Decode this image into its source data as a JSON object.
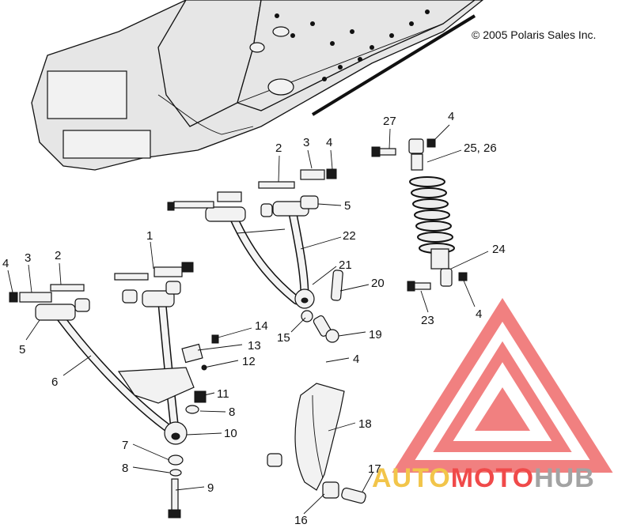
{
  "copyright": "© 2005 Polaris Sales Inc.",
  "watermark": {
    "parts": [
      "AUTO",
      "MOTO",
      "HUB"
    ],
    "colors": {
      "auto": "#f2c54a",
      "moto": "#f04a4a",
      "hub": "#a3a3a3",
      "logo": "#ef3b3b"
    }
  },
  "callouts": [
    {
      "id": "c27",
      "label": "27"
    },
    {
      "id": "c4a",
      "label": "4"
    },
    {
      "id": "c2526",
      "label": "25, 26"
    },
    {
      "id": "c2a",
      "label": "2"
    },
    {
      "id": "c3a",
      "label": "3"
    },
    {
      "id": "c4b",
      "label": "4"
    },
    {
      "id": "c5a",
      "label": "5"
    },
    {
      "id": "c22",
      "label": "22"
    },
    {
      "id": "c24",
      "label": "24"
    },
    {
      "id": "c1",
      "label": "1"
    },
    {
      "id": "c4c",
      "label": "4"
    },
    {
      "id": "c3b",
      "label": "3"
    },
    {
      "id": "c2b",
      "label": "2"
    },
    {
      "id": "c21",
      "label": "21"
    },
    {
      "id": "c20",
      "label": "20"
    },
    {
      "id": "c23",
      "label": "23"
    },
    {
      "id": "c4d",
      "label": "4"
    },
    {
      "id": "c5b",
      "label": "5"
    },
    {
      "id": "c14",
      "label": "14"
    },
    {
      "id": "c15",
      "label": "15"
    },
    {
      "id": "c19",
      "label": "19"
    },
    {
      "id": "c13",
      "label": "13"
    },
    {
      "id": "c12",
      "label": "12"
    },
    {
      "id": "c4e",
      "label": "4"
    },
    {
      "id": "c6",
      "label": "6"
    },
    {
      "id": "c11",
      "label": "11"
    },
    {
      "id": "c8a",
      "label": "8"
    },
    {
      "id": "c10",
      "label": "10"
    },
    {
      "id": "c18",
      "label": "18"
    },
    {
      "id": "c7",
      "label": "7"
    },
    {
      "id": "c8b",
      "label": "8"
    },
    {
      "id": "c9",
      "label": "9"
    },
    {
      "id": "c17",
      "label": "17"
    },
    {
      "id": "c16",
      "label": "16"
    }
  ]
}
